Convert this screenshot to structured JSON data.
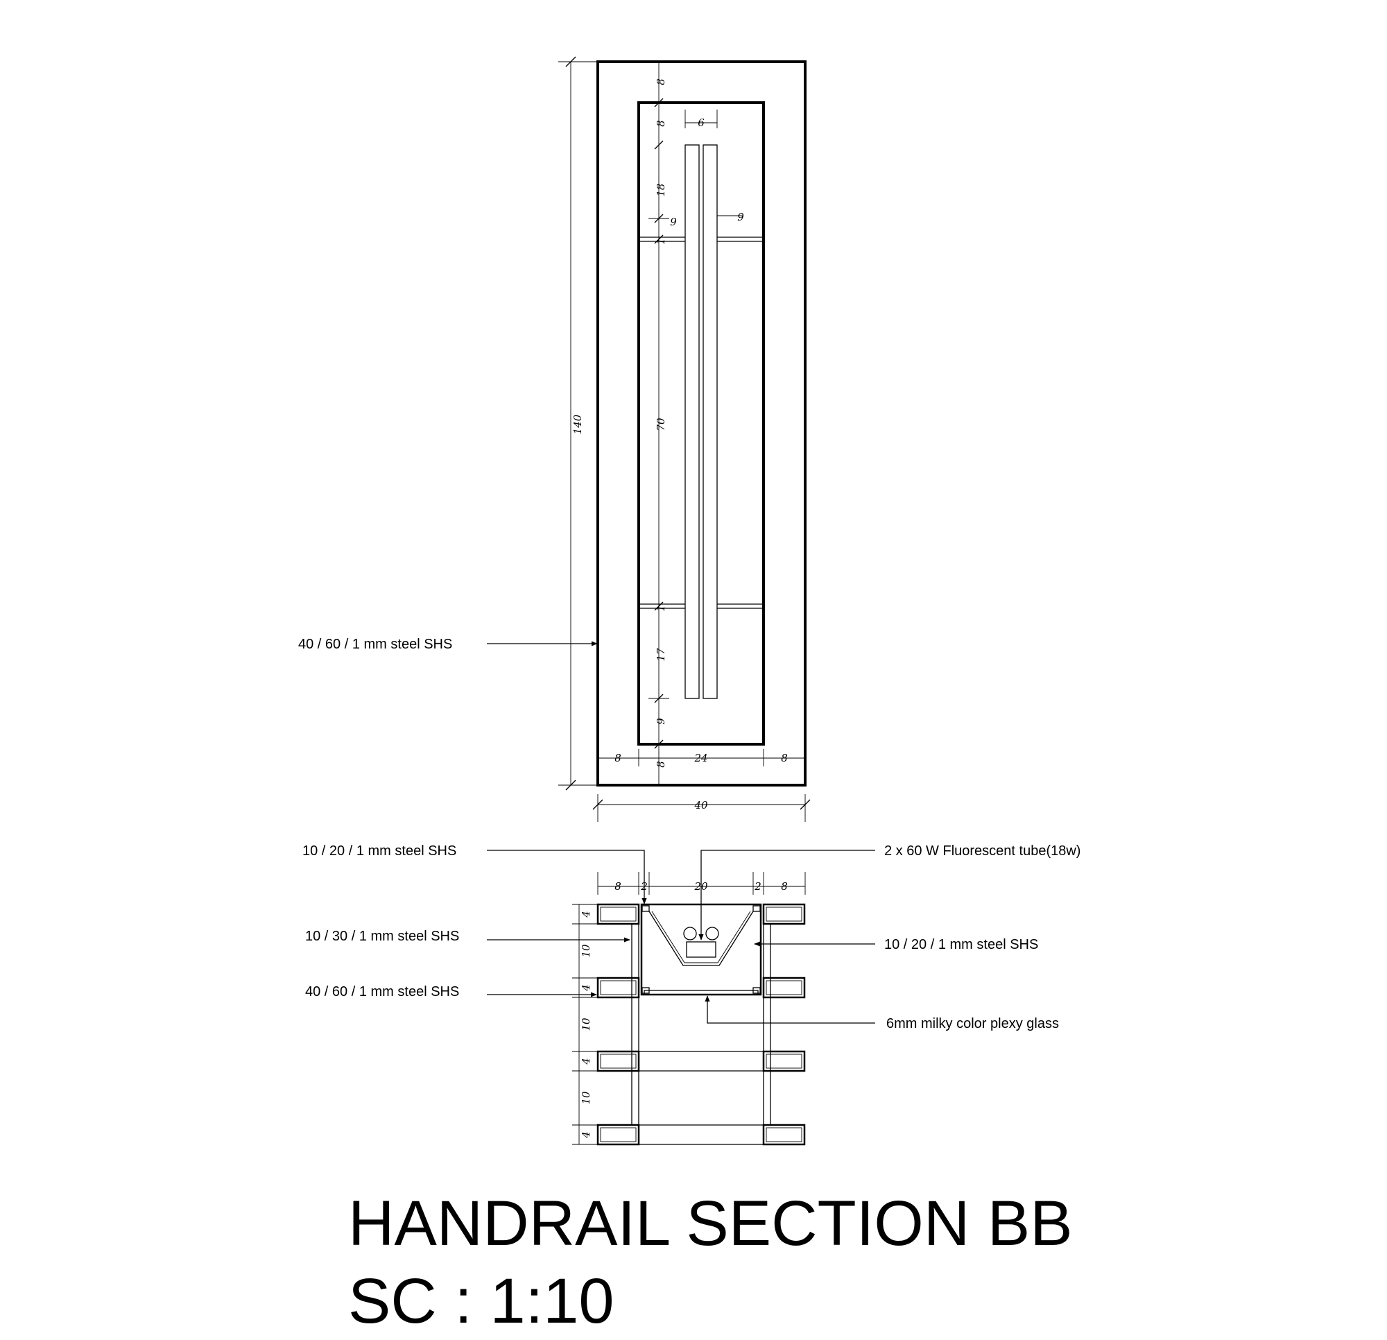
{
  "title": "HANDRAIL SECTION BB",
  "scale": "SC : 1:10",
  "elevation_dimensions": {
    "overall_height": "140",
    "overall_width": "40",
    "top_margin": "8",
    "inner_top_margin": "8",
    "upper_gap": "18",
    "left_tick": "9",
    "right_tick": "9",
    "slot_upper": "1",
    "middle": "70",
    "slot_lower": "1",
    "lower_gap": "17",
    "bottom_gap": "9",
    "bottom_margin": "8",
    "tube_spacing": "6",
    "bottom_left": "8",
    "bottom_center": "24",
    "bottom_right": "8"
  },
  "section_dimensions": {
    "w_left": "8",
    "w_gap_left": "2",
    "w_center": "20",
    "w_gap_right": "2",
    "w_right": "8",
    "h1": "4",
    "h2": "10",
    "h3": "4",
    "h4": "10",
    "h5": "4",
    "h6": "10",
    "h7": "4"
  },
  "callouts": {
    "elevation_profile": "40 / 60 / 1 mm steel SHS",
    "top_left_profile": "10 / 20 / 1 mm steel SHS",
    "fluorescent_tube": "2 x 60 W Fluorescent tube(18w)",
    "post_profile": "10 / 30 / 1 mm steel SHS",
    "rail_profile": "40 / 60 / 1 mm steel SHS",
    "right_profile": "10 / 20 / 1 mm steel SHS",
    "plexy_glass": "6mm milky color plexy glass"
  }
}
